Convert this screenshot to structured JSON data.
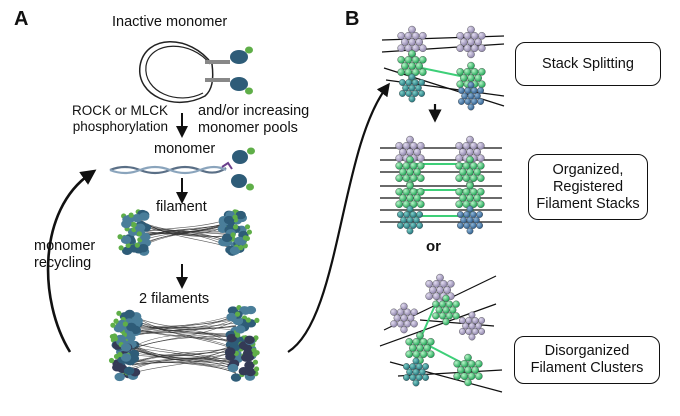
{
  "panel_a": {
    "label": "A",
    "inactive_monomer": "Inactive monomer",
    "phosphorylation_line1": "ROCK or MLCK",
    "phosphorylation_line2": "phosphorylation",
    "pools_line1": "and/or increasing",
    "pools_line2": "monomer pools",
    "monomer": "monomer",
    "filament": "filament",
    "recycling_line1": "monomer",
    "recycling_line2": "recycling",
    "two_filaments": "2 filaments"
  },
  "panel_b": {
    "label": "B",
    "stack_splitting": "Stack Splitting",
    "organized_line1": "Organized,",
    "organized_line2": "Registered",
    "organized_line3": "Filament Stacks",
    "or": "or",
    "disorganized_line1": "Disorganized",
    "disorganized_line2": "Filament Clusters"
  },
  "colors": {
    "head_dark": "#2e5c78",
    "head_blue": "#4a7e9a",
    "light_chain_green": "#5fae48",
    "lavender": "#b2a8cc",
    "teal": "#2f8c8a",
    "bright_green": "#3ecf78",
    "navy": "#2f3b5c",
    "purple_link": "#6a3f8c"
  }
}
